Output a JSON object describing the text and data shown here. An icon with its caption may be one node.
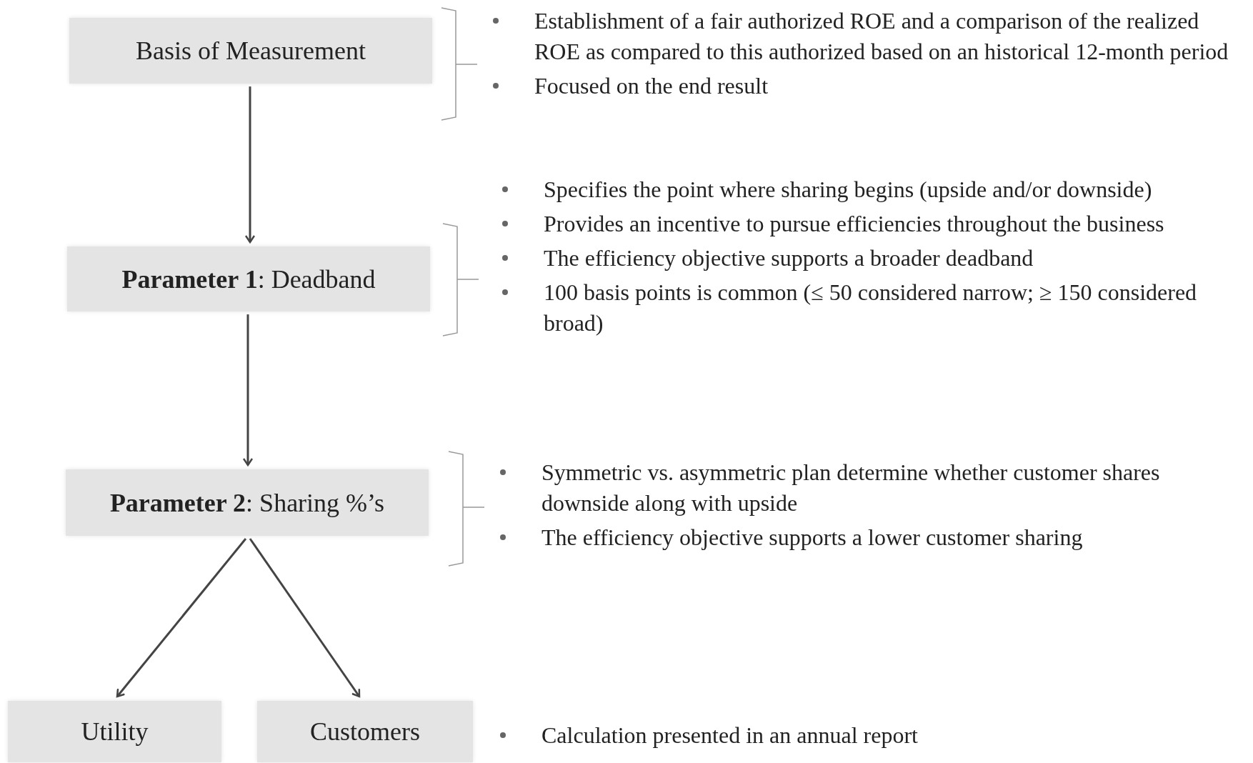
{
  "diagram": {
    "nodes": [
      {
        "text": [
          "Basis of Measurement"
        ]
      },
      {
        "text": [
          "**Parameter 1**: Deadband"
        ]
      },
      {
        "text": [
          "**Parameter 2**: Sharing %’s"
        ]
      },
      {
        "text": [
          "Utility"
        ]
      },
      {
        "text": [
          "Customers"
        ]
      }
    ],
    "edges": [
      {
        "from": 0,
        "to": 1,
        "arrow": "to"
      },
      {
        "from": 1,
        "to": 2,
        "arrow": "to"
      },
      {
        "from": 2,
        "to": 3,
        "arrow": "to"
      },
      {
        "from": 2,
        "to": 4,
        "arrow": "to"
      }
    ],
    "labels": [
      "Establishment of a fair authorized ROE and a comparison of the realized ROE as compared to this authorized based on an historical 12-month period",
      "Focused on the end result",
      "Specifies the point where sharing begins (upside and/or downside)",
      "Provides an incentive to pursue efficiencies throughout the business",
      "The efficiency objective supports a broader deadband",
      "100 basis points is common (≤ 50 considered narrow; ≥ 150 considered broad)",
      "Symmetric vs. asymmetric plan determine whether customer shares downside along with upside",
      "The efficiency objective supports a lower customer sharing",
      "Calculation presented in an annual report"
    ]
  }
}
